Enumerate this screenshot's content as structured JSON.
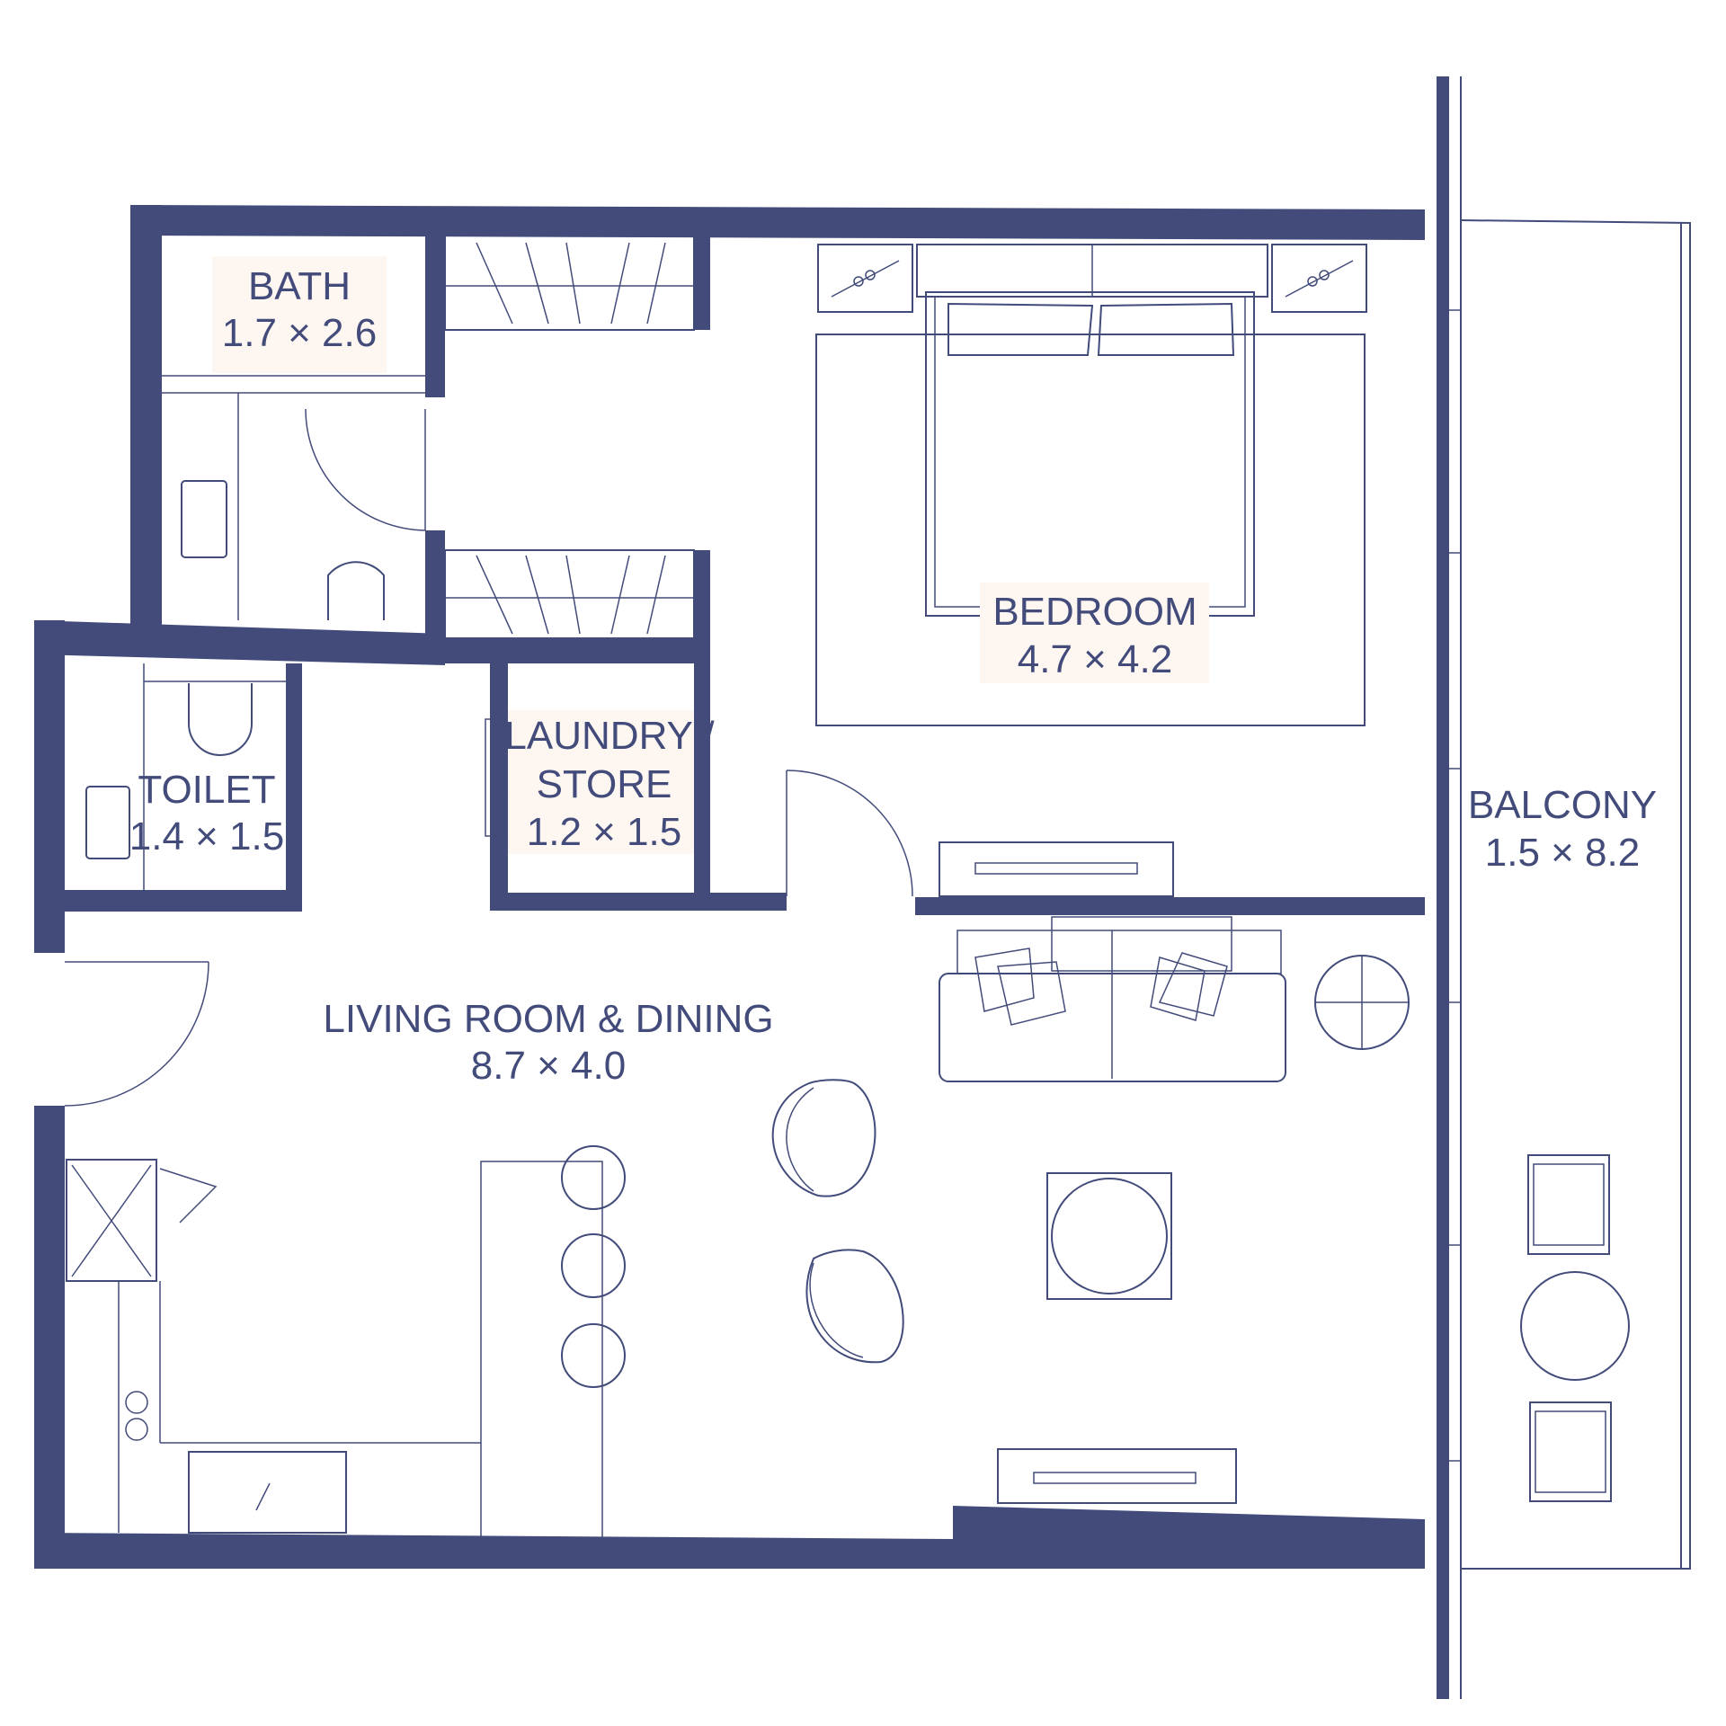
{
  "rooms": {
    "bath": {
      "name": "BATH",
      "size": "1.7 × 2.6"
    },
    "bedroom": {
      "name": "BEDROOM",
      "size": "4.7 × 4.2"
    },
    "toilet": {
      "name": "TOILET",
      "size": "1.4 × 1.5"
    },
    "laundry": {
      "name_line1": "LAUNDRY /",
      "name_line2": "STORE",
      "size": "1.2 × 1.5"
    },
    "balcony": {
      "name": "BALCONY",
      "size": "1.5 × 8.2"
    },
    "living": {
      "name": "LIVING ROOM & DINING",
      "size": "8.7 × 4.0"
    }
  },
  "colors": {
    "wall": "#424b7a",
    "label_background": "#fdf6f1",
    "background": "#ffffff"
  }
}
